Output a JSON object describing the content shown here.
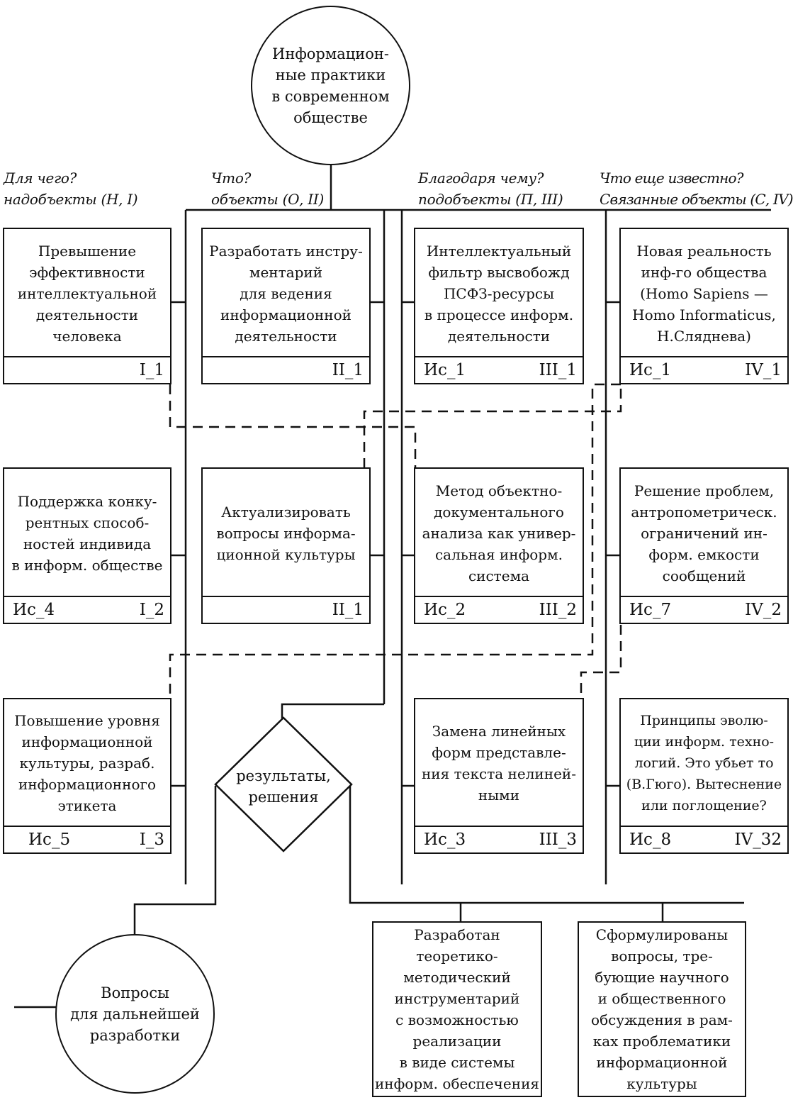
{
  "root": "Информацион-\nные практики\nв современном\nобществе",
  "headers": [
    {
      "q": "Для чего?",
      "sub": "надобъекты (Н, I)"
    },
    {
      "q": "Что?",
      "sub": "объекты (О, II)"
    },
    {
      "q": "Благодаря чему?",
      "sub": "подобъекты (П, III)"
    },
    {
      "q": "Что еще известно?",
      "sub": "Связанные объекты (С, IV)"
    }
  ],
  "boxes": [
    {
      "text": "Превышение\nэффективности\nинтеллектуальной\nдеятельности\nчеловека",
      "left": "",
      "right": "I_1"
    },
    {
      "text": "Разработать инстру-\nментарий\nдля ведения\nинформационной\nдеятельности",
      "left": "",
      "right": "II_1"
    },
    {
      "text": "Интеллектуальный\nфильтр высвобожд\nПСФЗ-ресурсы\nв процессе информ.\nдеятельности",
      "left": "Ис_1",
      "right": "III_1"
    },
    {
      "text": "Новая реальность\nинф-го общества\n(Homo Sapiens —\nHomo Informaticus,\nН.Сляднева)",
      "left": "Ис_1",
      "right": "IV_1"
    },
    {
      "text": "Поддержка конку-\nрентных способ-\nностей индивида\nв информ. обществе",
      "left": "Ис_4",
      "right": "I_2"
    },
    {
      "text": "Актуализировать\nвопросы информа-\nционной культуры",
      "left": "",
      "right": "II_1"
    },
    {
      "text": "Метод объектно-\nдокументального\nанализа как универ-\nсальная информ.\nсистема",
      "left": "Ис_2",
      "right": "III_2"
    },
    {
      "text": "Решение проблем,\nантропометрическ.\nограничений ин-\nформ. емкости\nсообщений",
      "left": "Ис_7",
      "right": "IV_2"
    },
    {
      "text": "Повышение уровня\nинформационной\nкультуры, разраб.\nинформационного\nэтикета",
      "left": "Ис_5",
      "right": "I_3"
    },
    {
      "text": "Замена линейных\nформ представле-\nния текста нелиней-\nными",
      "left": "Ис_3",
      "right": "III_3"
    },
    {
      "text": "Принципы эволю-\nции информ. техно-\nлогий. Это убьет то\n(В.Гюго). Вытеснение\nили поглощение?",
      "left": "Ис_8",
      "right": "IV_32"
    }
  ],
  "diamond": "результаты,\nрешения",
  "questions_circle": "Вопросы\nдля дальнейшей\nразработки",
  "results": [
    "Разработан\nтеоретико-\nметодический\nинструментарий\nс возможностью\nреализации\nв виде системы\nинформ. обеспечения",
    "Сформулированы\nвопросы, тре-\nбующие научного\nи общественного\nобсуждения в рам-\nках проблематики\nинформационной\nкультуры"
  ]
}
